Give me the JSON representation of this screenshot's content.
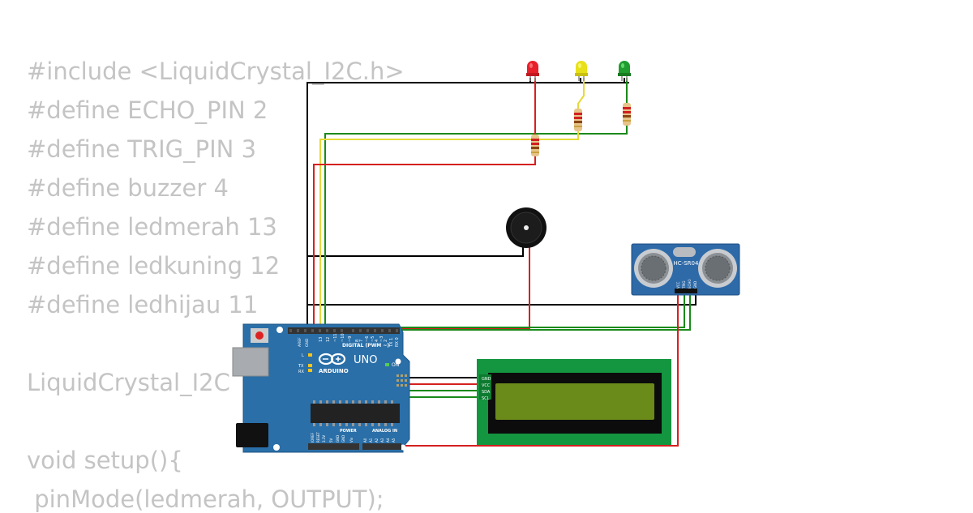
{
  "code_lines": [
    "#include <LiquidCrystal_I2C.h>",
    "#define ECHO_PIN 2",
    "#define TRIG_PIN 3",
    "#define buzzer 4",
    "#define ledmerah 13",
    "#define ledkuning 12",
    "#define ledhijau 11",
    "",
    "LiquidCrystal_I2C",
    "",
    "void setup(){",
    " pinMode(ledmerah, OUTPUT);"
  ],
  "arduino": {
    "brand": "ARDUINO",
    "model": "UNO",
    "digital_label": "DIGITAL (PWM ~)",
    "power_label": "POWER",
    "analog_label": "ANALOG IN",
    "on_label": "ON",
    "tx_label": "TX",
    "rx_label": "RX",
    "l_label": "L",
    "aref_label": "AREF",
    "gnd_label": "GND",
    "digital_pins": [
      "13",
      "12",
      "~11",
      "~10",
      "~9",
      "8",
      "7",
      "~6",
      "~5",
      "4",
      "~3",
      "2",
      "TX 1",
      "RX 0"
    ],
    "power_pins": [
      "IOREF",
      "RESET",
      "3.3V",
      "5V",
      "GND",
      "GND",
      "Vin"
    ],
    "analog_pins": [
      "A0",
      "A1",
      "A2",
      "A3",
      "A4",
      "A5"
    ]
  },
  "sensor": {
    "label": "HC-SR04",
    "pins": [
      "VCC",
      "TRIG",
      "ECHO",
      "GND"
    ]
  },
  "lcd": {
    "pins": [
      "GND",
      "VCC",
      "SDA",
      "SCL"
    ]
  },
  "colors": {
    "led_red": "#e8202a",
    "led_yellow": "#e8e01a",
    "led_green": "#1f9d2e",
    "wire_black": "#000000",
    "wire_red": "#d52020",
    "wire_yellow": "#e6d93a",
    "wire_green": "#1a8a1a",
    "board_blue": "#2a6fa8",
    "lcd_pcb": "#14953f",
    "lcd_screen": "#6a8a1a",
    "sensor_blue": "#2e6aa8",
    "code_text": "#c4c4c4"
  },
  "icons": [
    "led-red-icon",
    "led-yellow-icon",
    "led-green-icon",
    "buzzer-icon",
    "resistor-icon",
    "ultrasonic-sensor-icon",
    "lcd-display-icon",
    "arduino-uno-board-icon"
  ]
}
